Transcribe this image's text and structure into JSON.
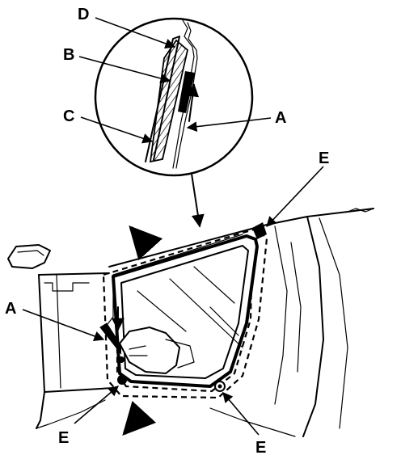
{
  "callouts": {
    "d": "D",
    "b": "B",
    "c": "C",
    "a_detail": "A",
    "e_top": "E",
    "a_main": "A",
    "e_bottom_left": "E",
    "e_bottom_right": "E"
  }
}
